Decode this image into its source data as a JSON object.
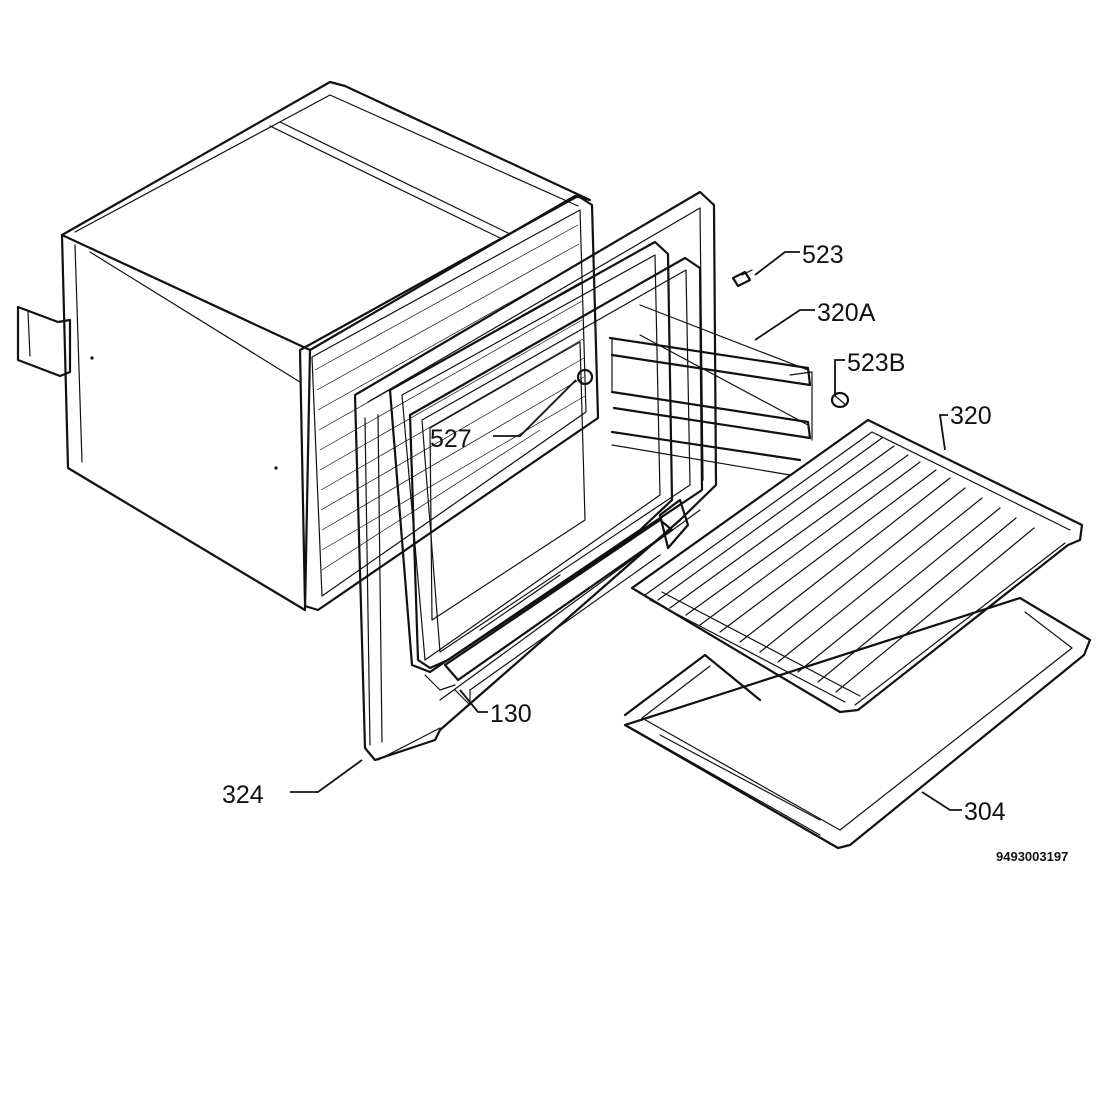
{
  "diagram": {
    "callouts": [
      {
        "id": "523",
        "text": "523"
      },
      {
        "id": "320A",
        "text": "320A"
      },
      {
        "id": "523B",
        "text": "523B"
      },
      {
        "id": "320",
        "text": "320"
      },
      {
        "id": "527",
        "text": "527"
      },
      {
        "id": "130",
        "text": "130"
      },
      {
        "id": "324",
        "text": "324"
      },
      {
        "id": "304",
        "text": "304"
      }
    ],
    "reference_number": "9493003197"
  },
  "colors": {
    "ink": "#111111",
    "paper": "#ffffff"
  }
}
